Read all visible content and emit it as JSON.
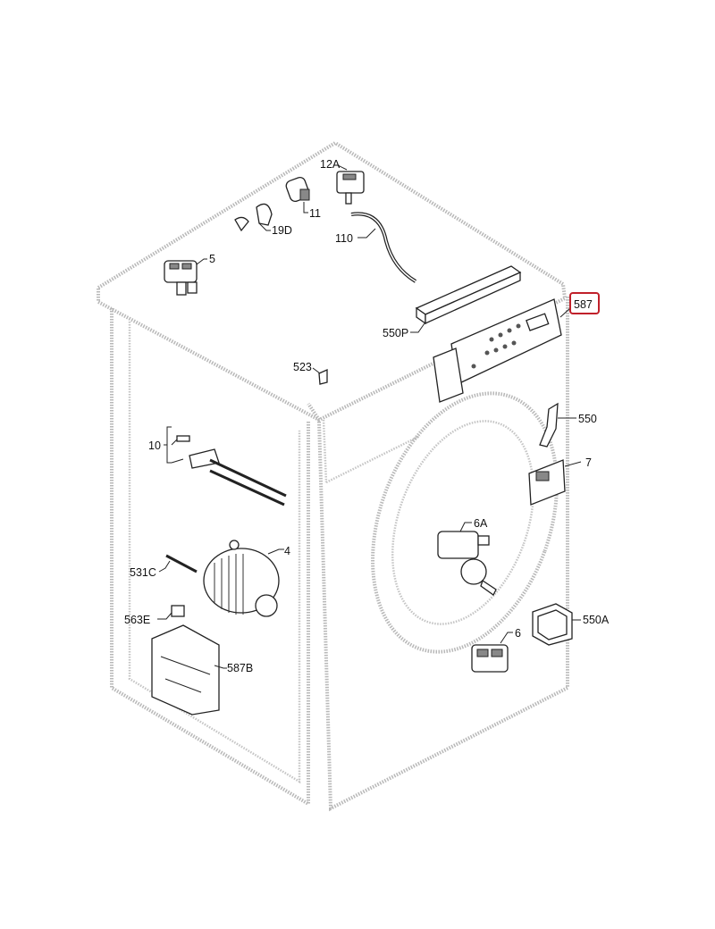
{
  "diagram": {
    "title": "Washing machine exploded parts view",
    "highlight_color": "#c0202a",
    "labels": {
      "p12A": "12A",
      "p11": "11",
      "p19D": "19D",
      "p5": "5",
      "p110": "110",
      "p550P": "550P",
      "p587": "587",
      "p523": "523",
      "p10": "10",
      "p550": "550",
      "p7": "7",
      "p6A": "6A",
      "p4": "4",
      "p531C": "531C",
      "p563E": "563E",
      "p550A": "550A",
      "p6": "6",
      "p587B": "587B"
    },
    "highlighted_part": "587"
  }
}
